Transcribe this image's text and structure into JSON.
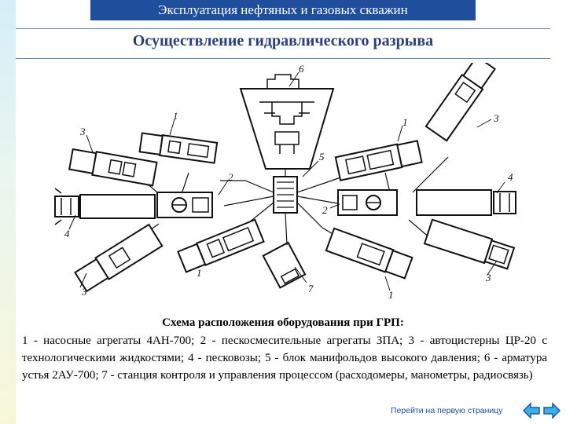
{
  "header": {
    "title": "Эксплуатация нефтяных и газовых скважин"
  },
  "slide": {
    "title": "Осуществление гидравлического разрыва"
  },
  "diagram": {
    "labels": [
      "1",
      "2",
      "3",
      "4",
      "5",
      "6",
      "7"
    ]
  },
  "caption": {
    "title": "Схема расположения оборудования при ГРП:",
    "body": "1 - насосные агрегаты 4АН-700; 2 - пескосмесительные агрегаты ЗПА; 3 - автоцистерны ЦР-20 с технологическими жидкостями; 4 - песковозы; 5 - блок манифольдов высокого давления; 6 - арматура устья 2АУ-700; 7 - станция контроля и управления процессом (расходомеры, манометры, радиосвязь)"
  },
  "footer": {
    "link_text": "Перейти на первую страницу"
  },
  "colors": {
    "header_bg": "#1f4e9c",
    "title": "#2b3e78",
    "nav_fill": "#36b3e6"
  }
}
